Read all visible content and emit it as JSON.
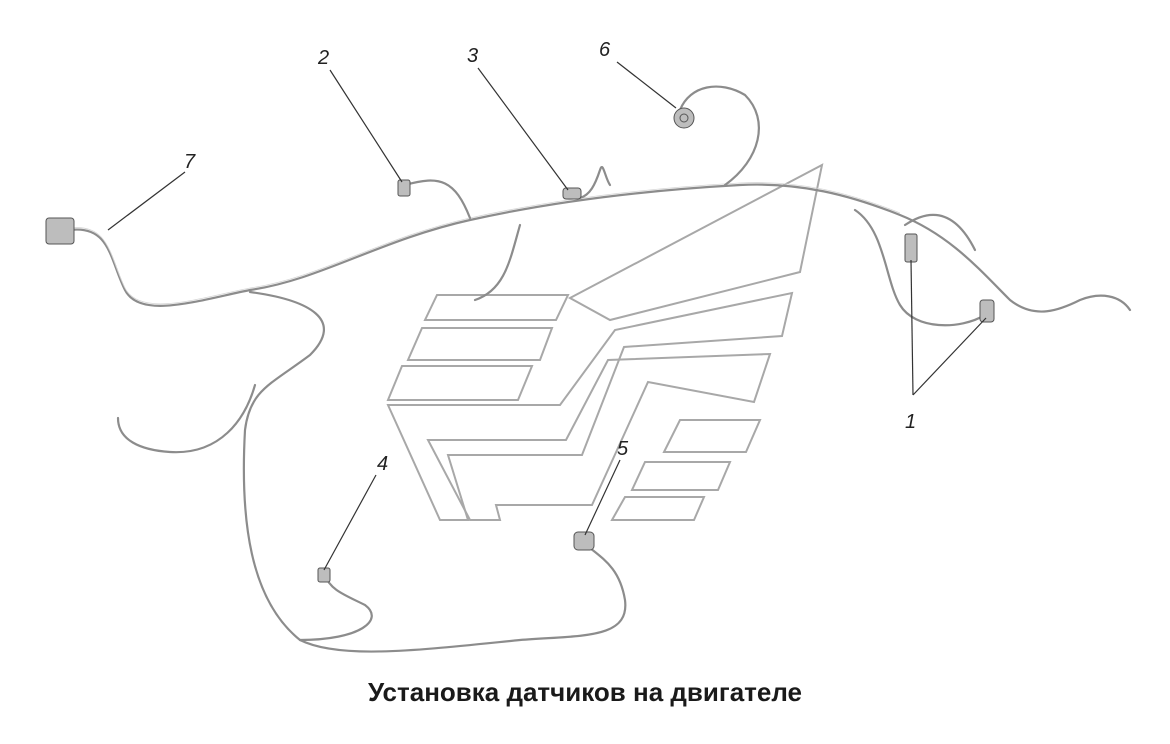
{
  "callouts": [
    {
      "id": "1",
      "label": "1"
    },
    {
      "id": "2",
      "label": "2"
    },
    {
      "id": "3",
      "label": "3"
    },
    {
      "id": "4",
      "label": "4"
    },
    {
      "id": "5",
      "label": "5"
    },
    {
      "id": "6",
      "label": "6"
    },
    {
      "id": "7",
      "label": "7"
    }
  ],
  "caption": "Установка датчиков на двигателе"
}
